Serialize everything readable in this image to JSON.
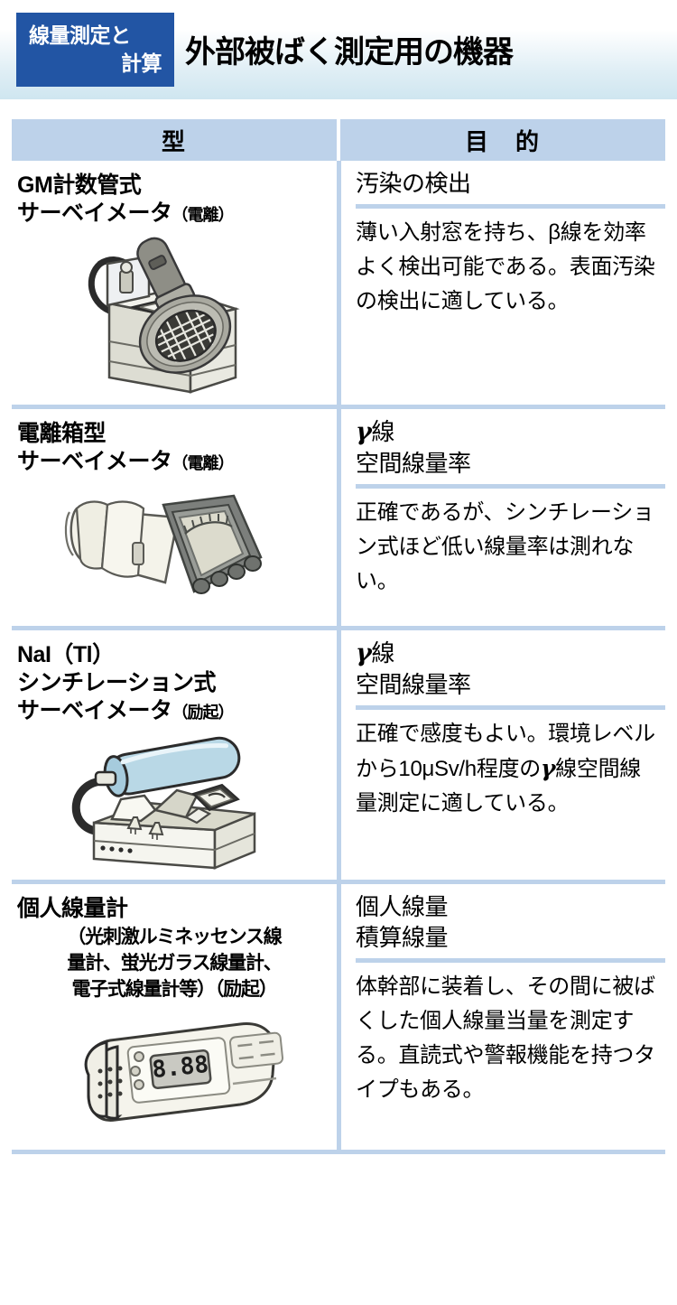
{
  "header": {
    "badge_line1": "線量測定と",
    "badge_line2": "計算",
    "badge_color": "#2255a4",
    "title": "外部被ばく測定用の機器"
  },
  "table": {
    "columns": {
      "type_header": "型",
      "purpose_header": "目　的"
    },
    "accent_color": "#bdd2ea",
    "rows": [
      {
        "type_title": "GM計数管式",
        "type_title2": "サーベイメータ",
        "type_paren": "（電離）",
        "type_sub": "",
        "device_icon": "gm-survey-meter-icon",
        "purpose_head": "汚染の検出",
        "purpose_body": "薄い入射窓を持ち、β線を効率よく検出可能である。表面汚染の検出に適している。"
      },
      {
        "type_title": "電離箱型",
        "type_title2": "サーベイメータ",
        "type_paren": "（電離）",
        "type_sub": "",
        "device_icon": "ionization-chamber-survey-meter-icon",
        "purpose_head_line1": "γ線",
        "purpose_head_line2": "空間線量率",
        "purpose_body": "正確であるが、シンチレーション式ほど低い線量率は測れない。"
      },
      {
        "type_title": "NaI（Tl）",
        "type_title2": "シンチレーション式",
        "type_title3": "サーベイメータ",
        "type_paren": "（励起）",
        "device_icon": "nai-scintillation-survey-meter-icon",
        "purpose_head_line1": "γ線",
        "purpose_head_line2": "空間線量率",
        "purpose_body_pre": "正確で感度もよい。環境レベルから10μSv/h程度の",
        "purpose_body_post": "線空間線量測定に適している。"
      },
      {
        "type_title": "個人線量計",
        "type_sub_line1": "（光刺激ルミネッセンス線",
        "type_sub_line2": "量計、蛍光ガラス線量計、",
        "type_sub_line3": "電子式線量計等）（励起）",
        "device_icon": "personal-dosimeter-icon",
        "device_display_value": "8.88",
        "purpose_head_line1": "個人線量",
        "purpose_head_line2": "積算線量",
        "purpose_body": "体幹部に装着し、その間に被ばくした個人線量当量を測定する。直読式や警報機能を持つタイプもある。"
      }
    ]
  }
}
